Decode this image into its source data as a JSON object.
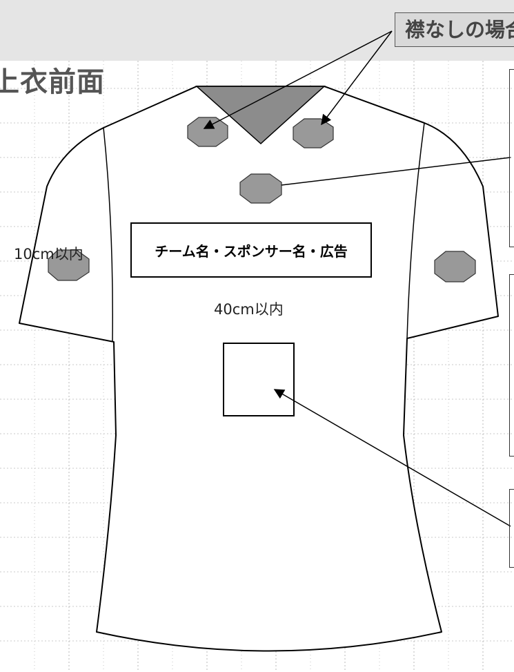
{
  "header": {
    "title": "上衣前面",
    "collar_callout": "襟なしの場合"
  },
  "labels": {
    "sponsor_area": "チーム名・スポンサー名・広告",
    "sleeve_limit": "10cm以内",
    "chest_limit": "40cm以内"
  },
  "colors": {
    "header_band": "#e5e5e5",
    "collar_fill": "#8c8c8c",
    "badge_fill": "#999999",
    "grid_line": "#b8b8b8",
    "outline": "#000000"
  }
}
